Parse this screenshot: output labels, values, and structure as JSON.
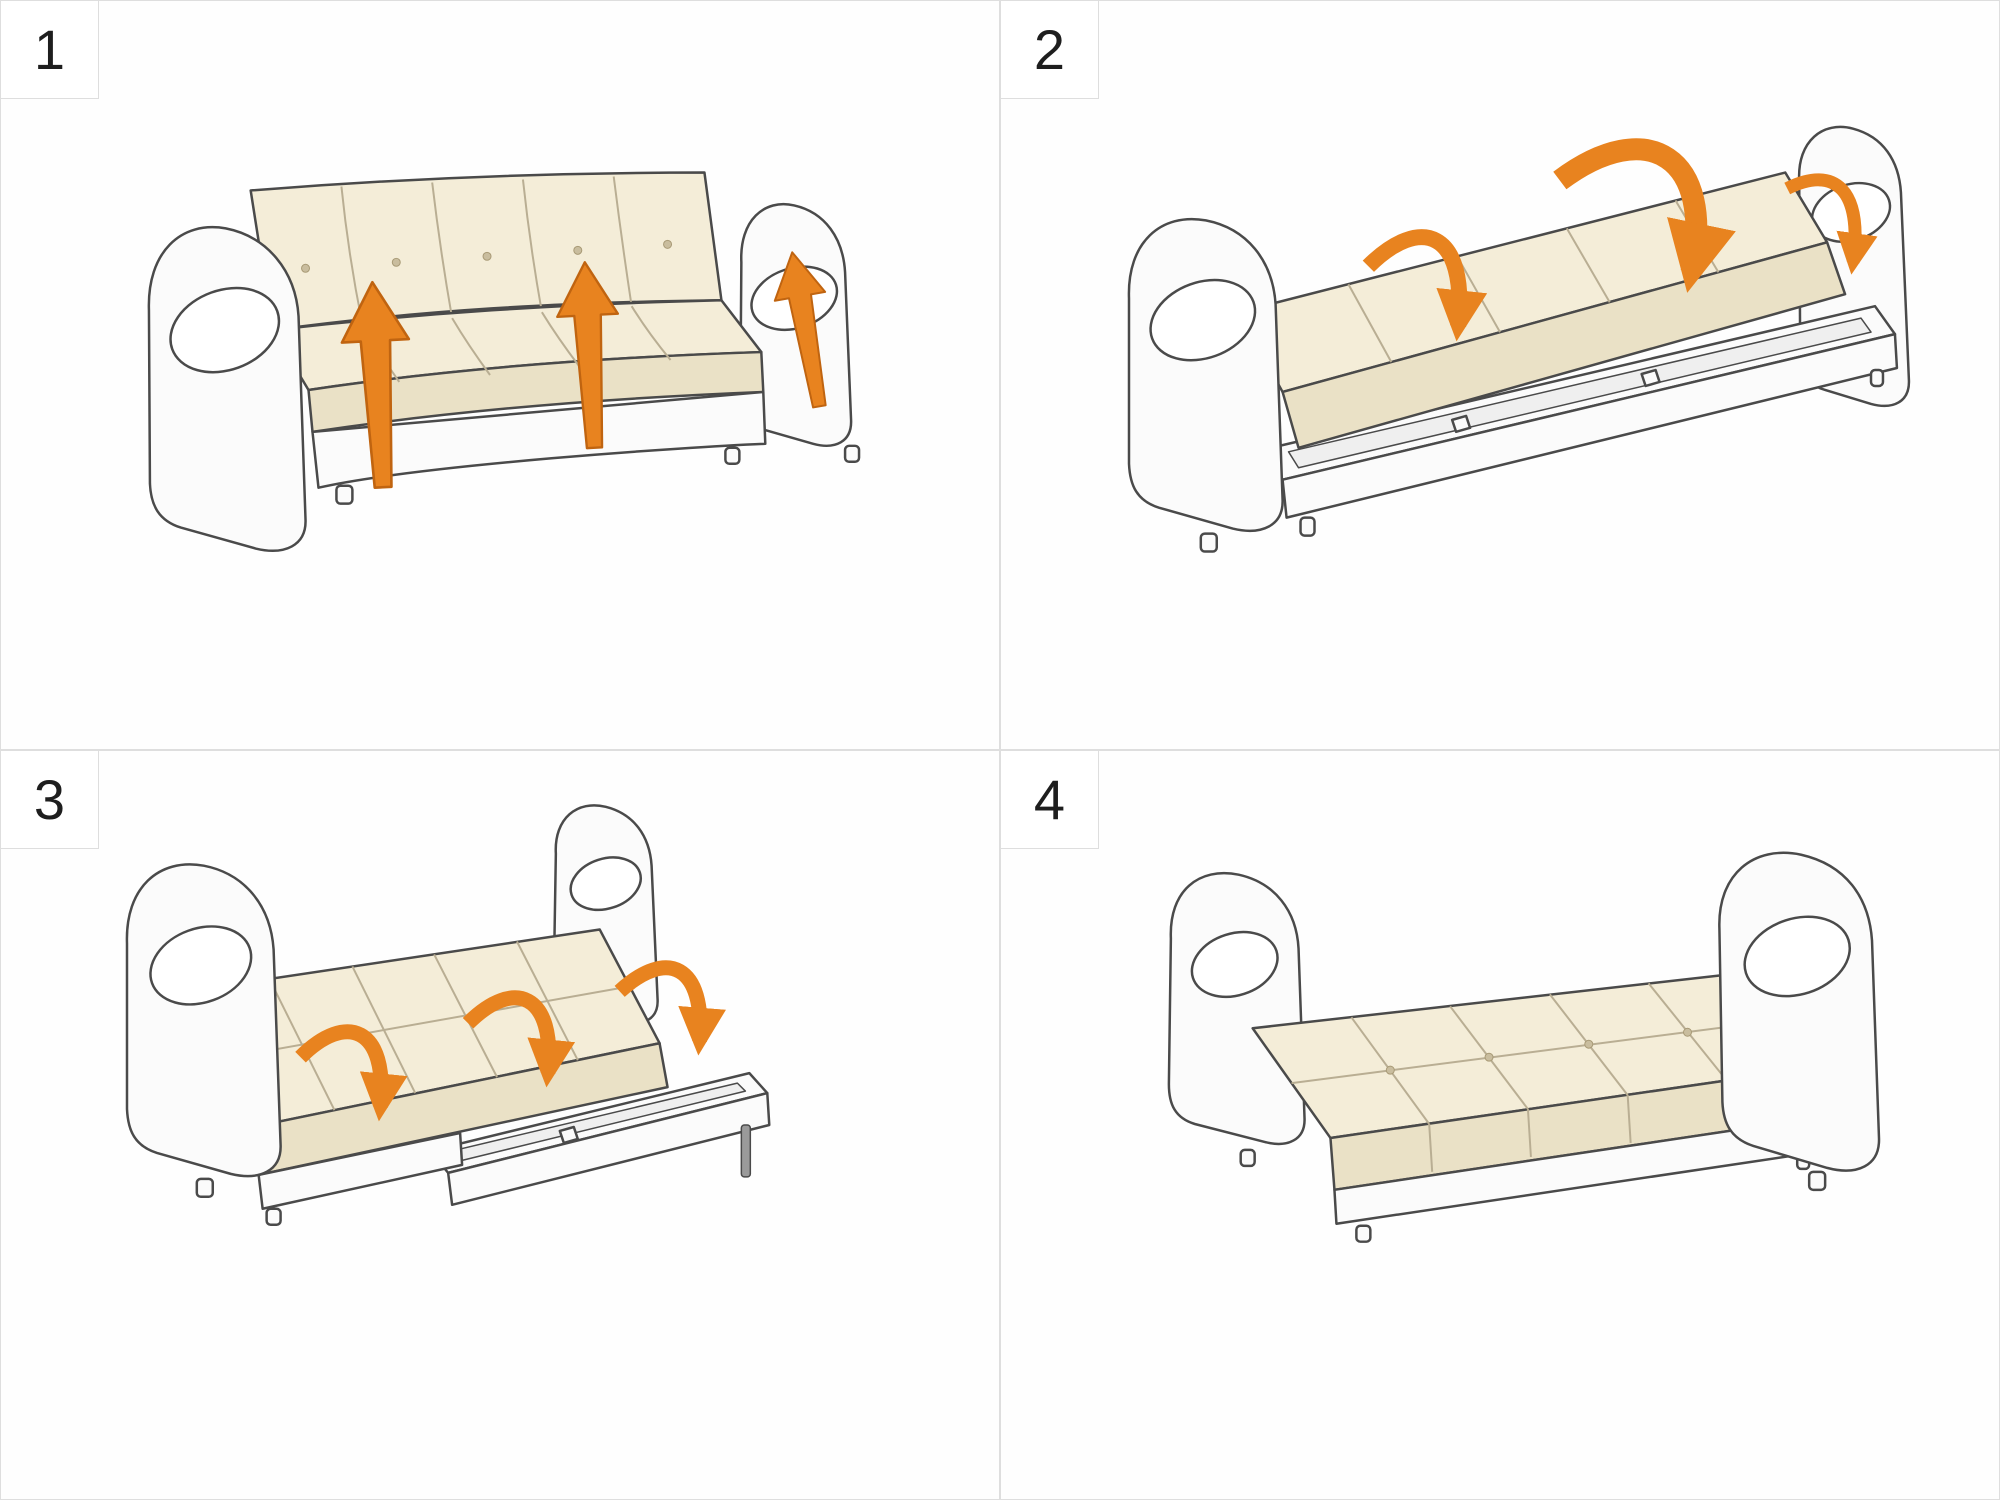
{
  "page": {
    "title": "Sofa-bed unfolding steps diagram"
  },
  "panels": [
    {
      "number": "1",
      "icon": "lift-arrow-icon"
    },
    {
      "number": "2",
      "icon": "fold-arrow-icon"
    },
    {
      "number": "3",
      "icon": "fold-arrow-icon"
    },
    {
      "number": "4",
      "icon": "none"
    }
  ],
  "colors": {
    "accent_orange": "#E8831F",
    "arrow_outline": "#C06410",
    "cushion_cream": "#F4EDD8",
    "cushion_shade": "#EAE1C6",
    "frame_white": "#FBFBFB",
    "frame_shade": "#EFEFEF",
    "outline": "#4A4A4A",
    "panel_background": "#FEFEFE",
    "divider": "#DEDEDE",
    "number_color": "#1E1E1E"
  }
}
